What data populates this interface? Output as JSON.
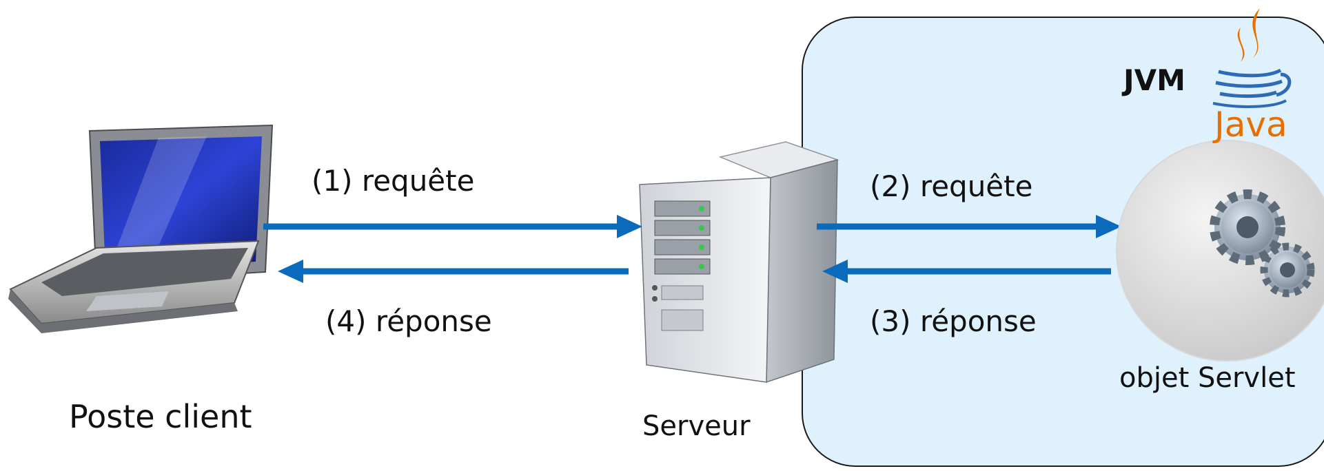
{
  "colors": {
    "arrow": "#0a6bbd",
    "jvm_background": "#dff1fc",
    "java_orange": "#e76f00",
    "java_blue": "#2d6cb4"
  },
  "jvm_container": {
    "title": "JVM",
    "logo_text": "Java",
    "logo_icon": "java-coffee-cup-icon"
  },
  "client": {
    "label": "Poste client",
    "icon": "laptop-icon"
  },
  "server": {
    "label": "Serveur",
    "icon": "server-tower-icon"
  },
  "servlet": {
    "label": "objet Servlet",
    "icon": "gears-icon"
  },
  "messages": {
    "request_1": "(1) requête",
    "request_2": "(2) requête",
    "response_3": "(3) réponse",
    "response_4": "(4) réponse"
  }
}
